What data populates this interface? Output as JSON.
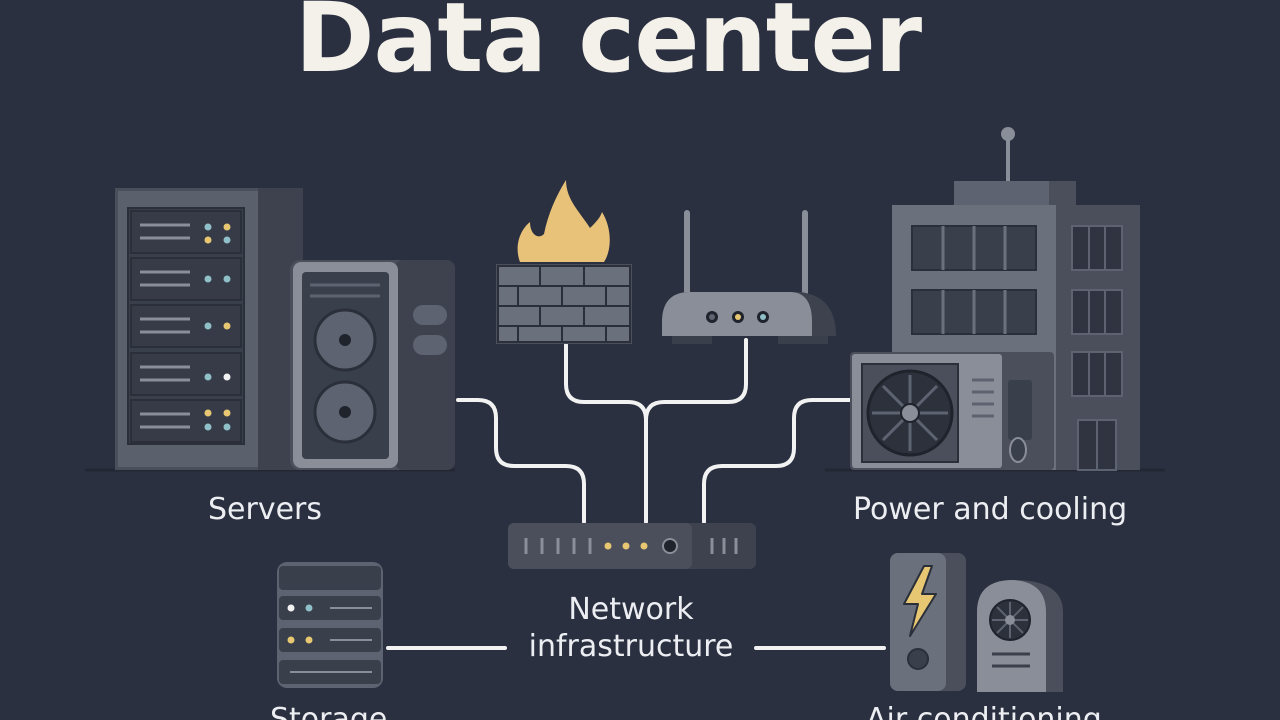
{
  "title": "Data center",
  "labels": {
    "servers": "Servers",
    "power_cooling": "Power and cooling",
    "network_line1": "Network",
    "network_line2": "infrastructure",
    "storage": "Storage",
    "air_conditioning": "Air conditioning"
  },
  "icons": [
    "server-rack-icon",
    "tower-server-icon",
    "firewall-icon",
    "flame-icon",
    "router-icon",
    "network-switch-icon",
    "building-icon",
    "hvac-unit-icon",
    "storage-icon",
    "power-supply-icon",
    "lightning-icon",
    "air-conditioner-icon"
  ],
  "colors": {
    "background": "#2a3040",
    "device_dark": "#3a3f4c",
    "device_mid": "#5d6370",
    "device_light": "#8a8e98",
    "connector": "#f2f2f2",
    "accent_yellow": "#e8c773",
    "accent_teal": "#8fc0c8",
    "flame": "#e9c27a"
  }
}
